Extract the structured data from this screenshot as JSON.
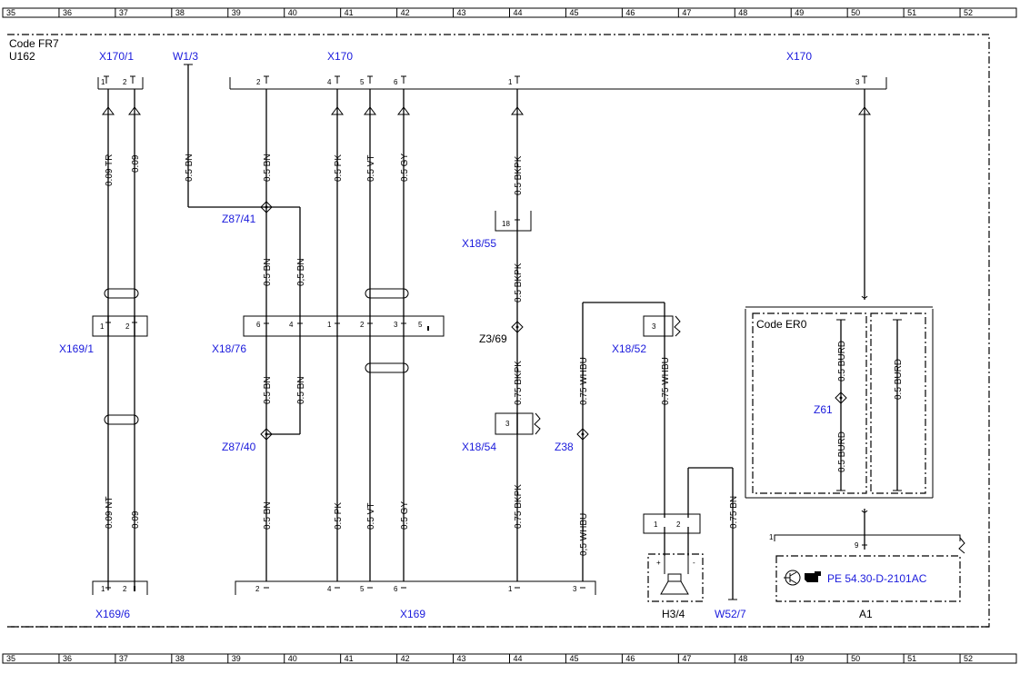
{
  "ruler": {
    "columns": [
      "35",
      "36",
      "37",
      "38",
      "39",
      "40",
      "41",
      "42",
      "43",
      "44",
      "45",
      "46",
      "47",
      "48",
      "49",
      "50",
      "51",
      "52"
    ]
  },
  "frame": {
    "code_label": "Code FR7",
    "unit_label": "U162",
    "er0_label": "Code ER0"
  },
  "connectors": {
    "x170_1": "X170/1",
    "w1_3": "W1/3",
    "x170_a": "X170",
    "x170_b": "X170",
    "x169_1": "X169/1",
    "x18_76": "X18/76",
    "x18_55": "X18/55",
    "x18_52": "X18/52",
    "x18_54": "X18/54",
    "z87_41": "Z87/41",
    "z87_40": "Z87/40",
    "z3_69": "Z3/69",
    "z38": "Z38",
    "z61": "Z61",
    "x169_6": "X169/6",
    "x169": "X169",
    "h3_4": "H3/4",
    "w52_7": "W52/7",
    "a1": "A1",
    "a1_pin": "1",
    "pe_ref": "PE 54.30-D-2101AC"
  },
  "wires": {
    "c1_top": "0.09 TR",
    "c2_top": "0.09",
    "c1_bot": "0.09 NT",
    "c2_bot": "0.09",
    "w13": "0.5 BN",
    "bn_top": "0.5 BN",
    "bn_mid1": "0.5 BN",
    "bn_mid2": "0,5 BN",
    "bn_low1": "0.5 BN",
    "bn_low2": "0.5 BN",
    "bn_bot": "0.5 BN",
    "pk_top": "0.5 PK",
    "pk_bot": "0.5 PK",
    "vt_top": "0.5 VT",
    "vt_bot": "0.5 VT",
    "gy_top": "0.5 GY",
    "gy_bot": "0.5 GY",
    "bkpk_top": "0.5 BKPK",
    "bkpk_mid": "0.5 BKPK",
    "bkpk_low": "0.75 BKPK",
    "bkpk_bot": "0.75 BKPK",
    "whbu_a": "0.75 WHBU",
    "whbu_b": "0,5 WHBU",
    "whbu_c": "0.75 WHBU",
    "bn_w52": "0.75 BN",
    "burd_1": "0.5 BURD",
    "burd_2": "0.5 BURD",
    "burd_3": "0.5 BURD"
  },
  "pins": {
    "x170_1_a": "1",
    "x170_1_b": "2",
    "x170_p2": "2",
    "x170_p4": "4",
    "x170_p5": "5",
    "x170_p6": "6",
    "x170_p1": "1",
    "x170_p3": "3",
    "x169_1_a": "1",
    "x169_1_b": "2",
    "x18_76_p6": "6",
    "x18_76_p4": "4",
    "x18_76_p1": "1",
    "x18_76_p2": "2",
    "x18_76_p3": "3",
    "x18_76_p5": "5",
    "x18_55_p": "18",
    "x18_52_p": "3",
    "x18_54_p": "3",
    "x169_6_a": "1",
    "x169_6_b": "2",
    "x169_p2": "2",
    "x169_p4": "4",
    "x169_p5": "5",
    "x169_p6": "6",
    "x169_p1": "1",
    "x169_p3": "3",
    "h3_4_p1": "1",
    "h3_4_p2": "2",
    "h3_plus": "+",
    "h3_minus": "-",
    "a1_p9": "9"
  },
  "icons": {
    "diagnostic": "transistor-symbol-icon",
    "reference": "pointing-hand-icon"
  }
}
